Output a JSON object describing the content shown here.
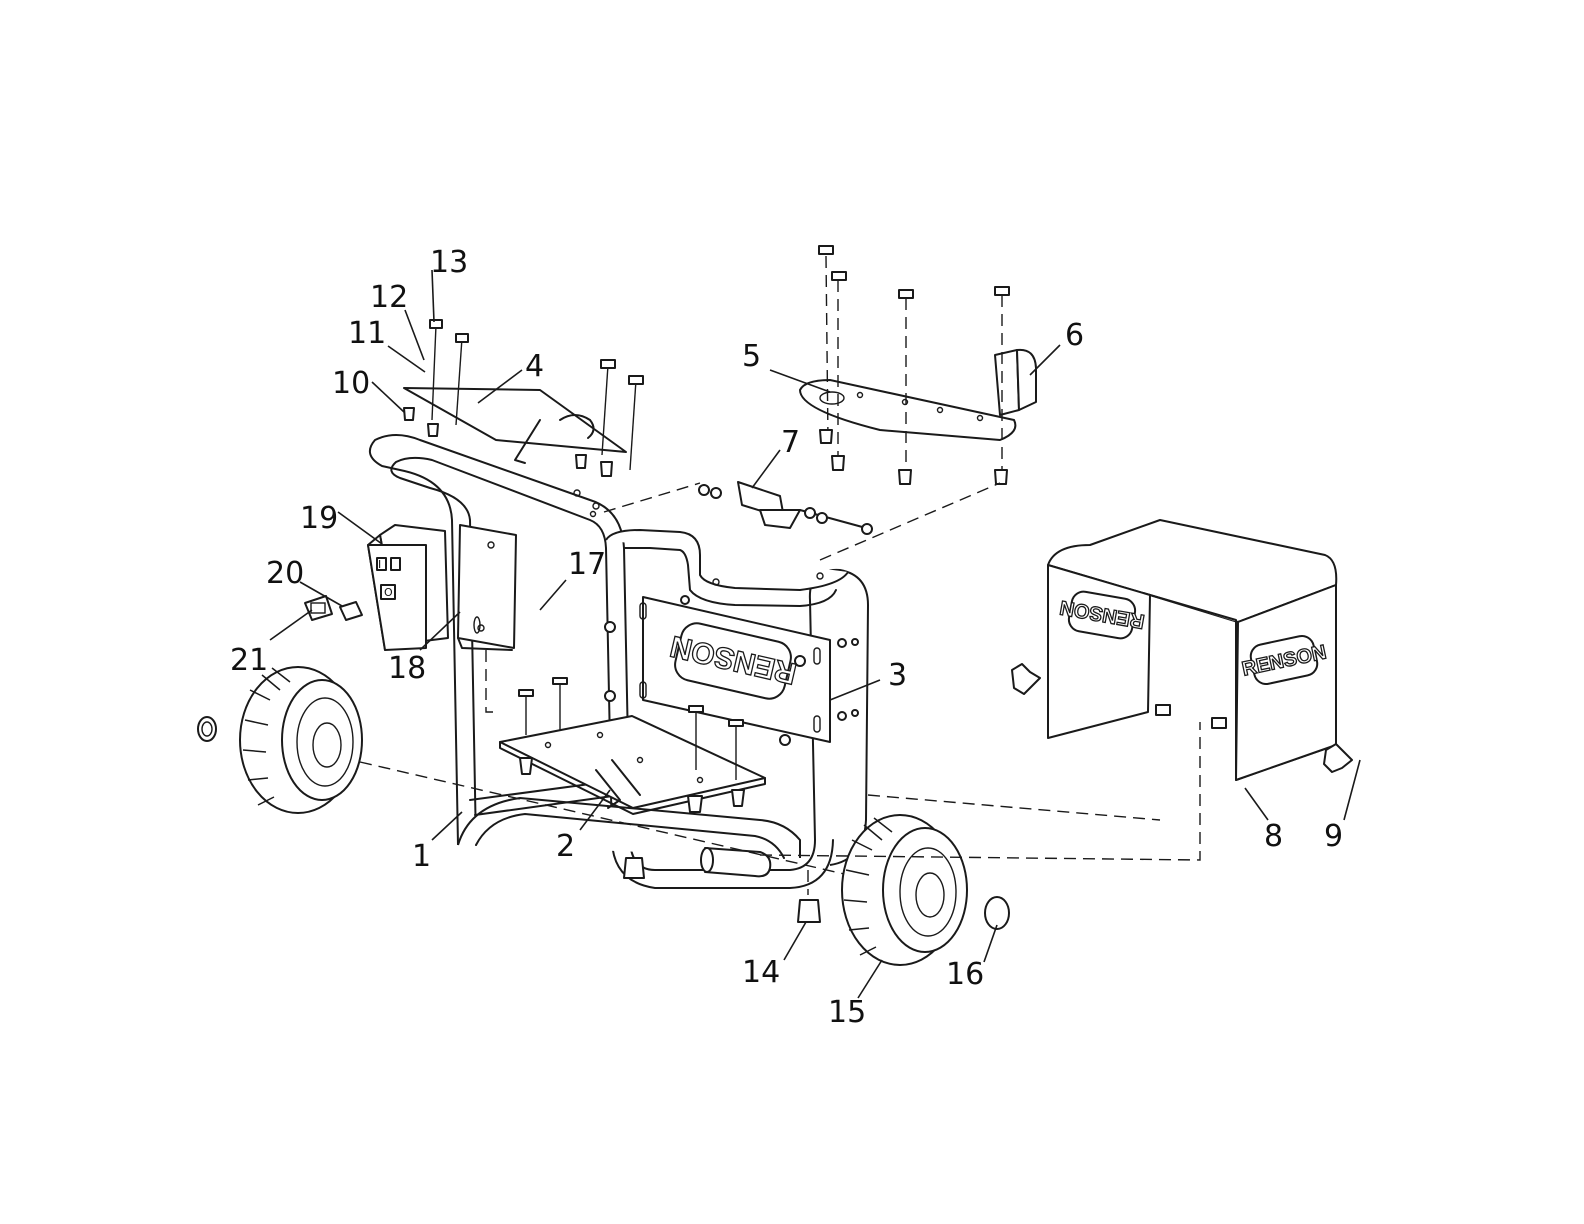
{
  "diagram": {
    "callouts": [
      "1",
      "2",
      "3",
      "4",
      "5",
      "6",
      "7",
      "8",
      "9",
      "10",
      "11",
      "12",
      "13",
      "14",
      "15",
      "16",
      "17",
      "18",
      "19",
      "20",
      "21"
    ],
    "panel_brand": "RENSON",
    "panel_brand_mirrored": "RENSON",
    "cover_brand_left": "RENSON",
    "cover_brand_right": "RENSON",
    "switch_labels": [
      "I",
      "O"
    ]
  }
}
